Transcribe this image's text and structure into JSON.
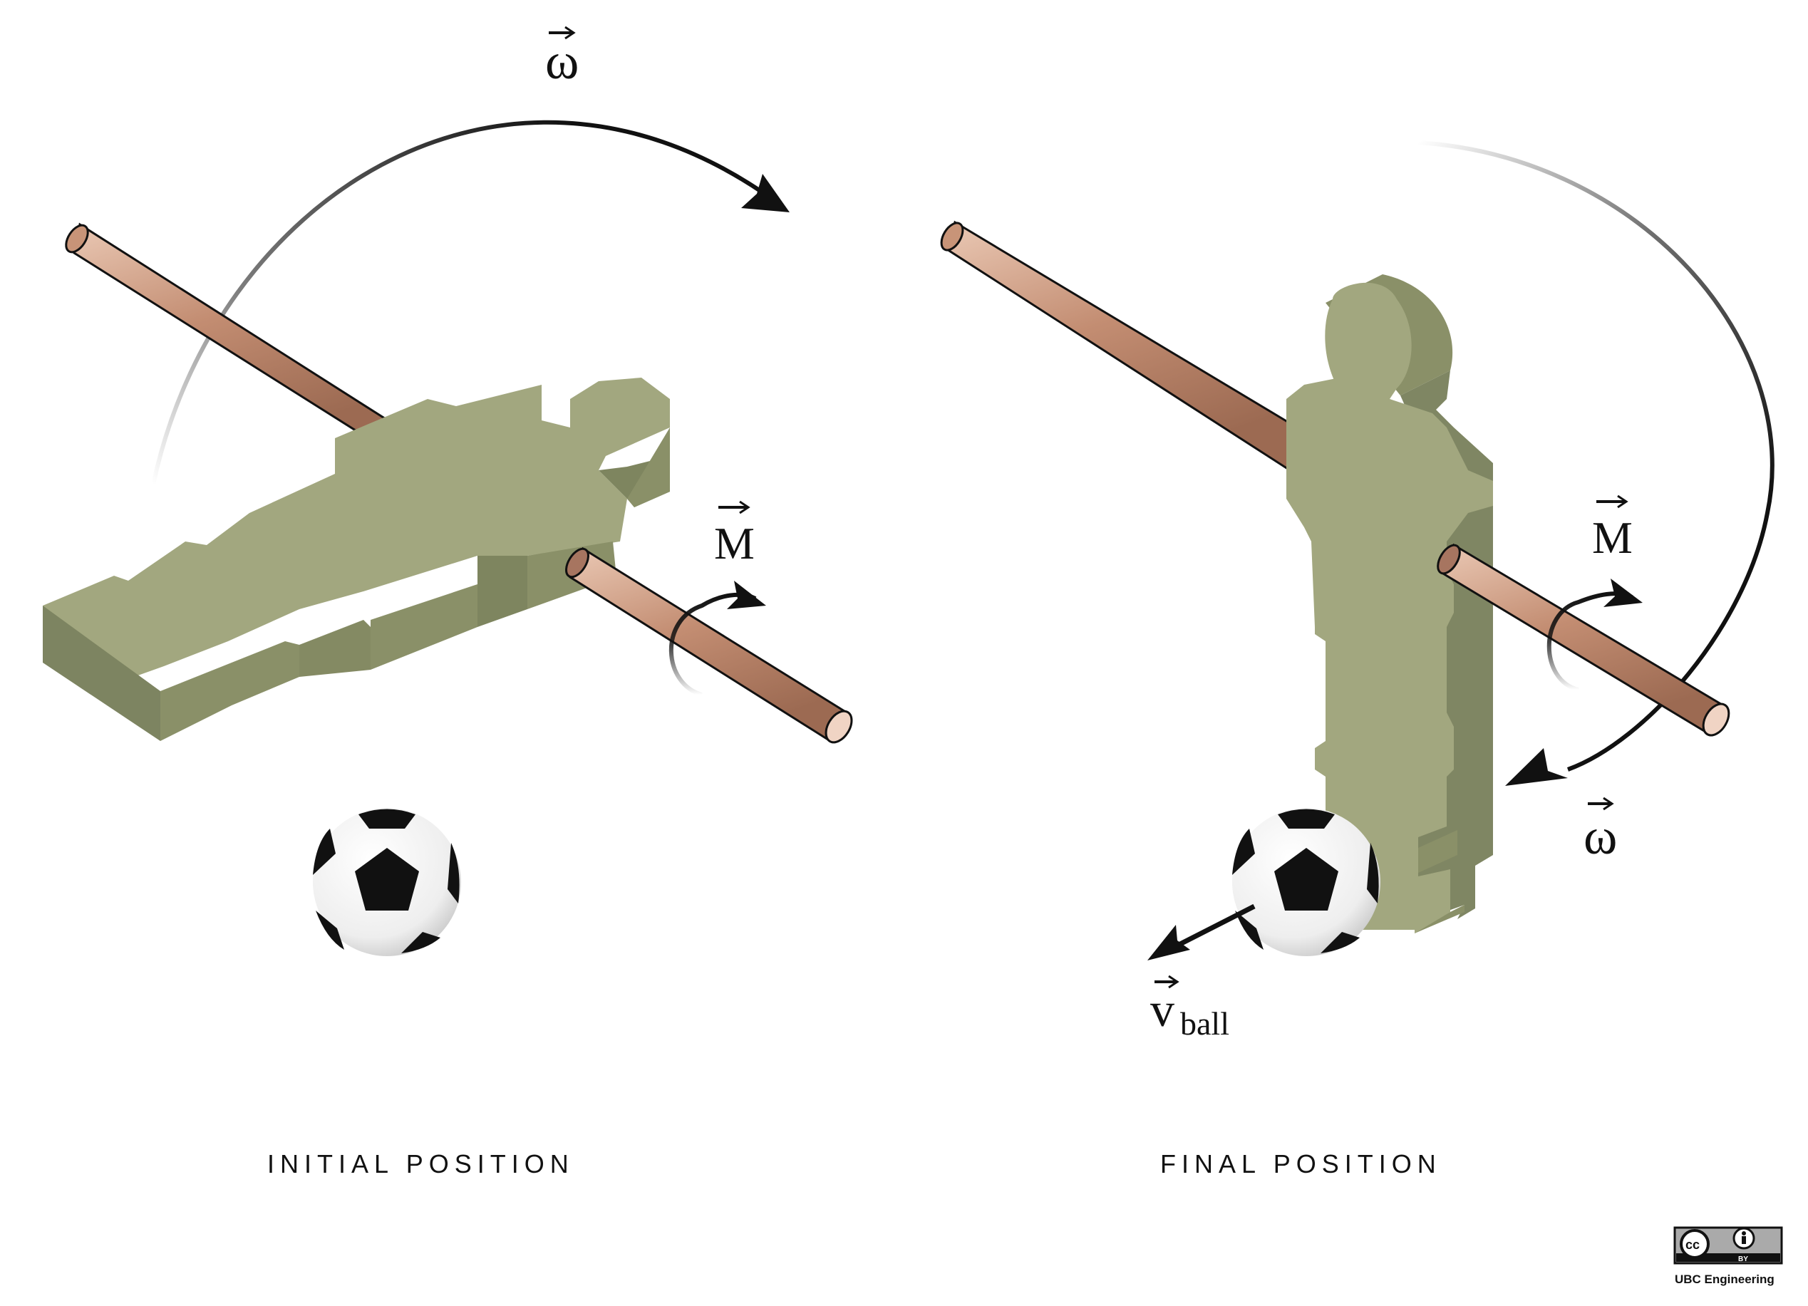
{
  "panels": [
    {
      "caption": "INITIAL POSITION",
      "rotation_symbol": "ω",
      "moment_symbol": "M"
    },
    {
      "caption": "FINAL POSITION",
      "rotation_symbol": "ω",
      "moment_symbol": "M",
      "velocity_symbol": "v",
      "velocity_subscript": "ball"
    }
  ],
  "license": {
    "cc": "cc",
    "by": "BY",
    "credit": "UBC Engineering"
  },
  "colors": {
    "figure_top": "#a2a77f",
    "figure_side": "#8a9068",
    "figure_dark": "#7c8360",
    "rod": "#c08a70",
    "rod_highlight": "#e3bfaa",
    "arrow": "#111111"
  },
  "icons": [
    "foosball-player",
    "foosball-rod",
    "soccer-ball",
    "rotation-arrow",
    "moment-arrow",
    "velocity-arrow",
    "cc-by-license-icon"
  ]
}
